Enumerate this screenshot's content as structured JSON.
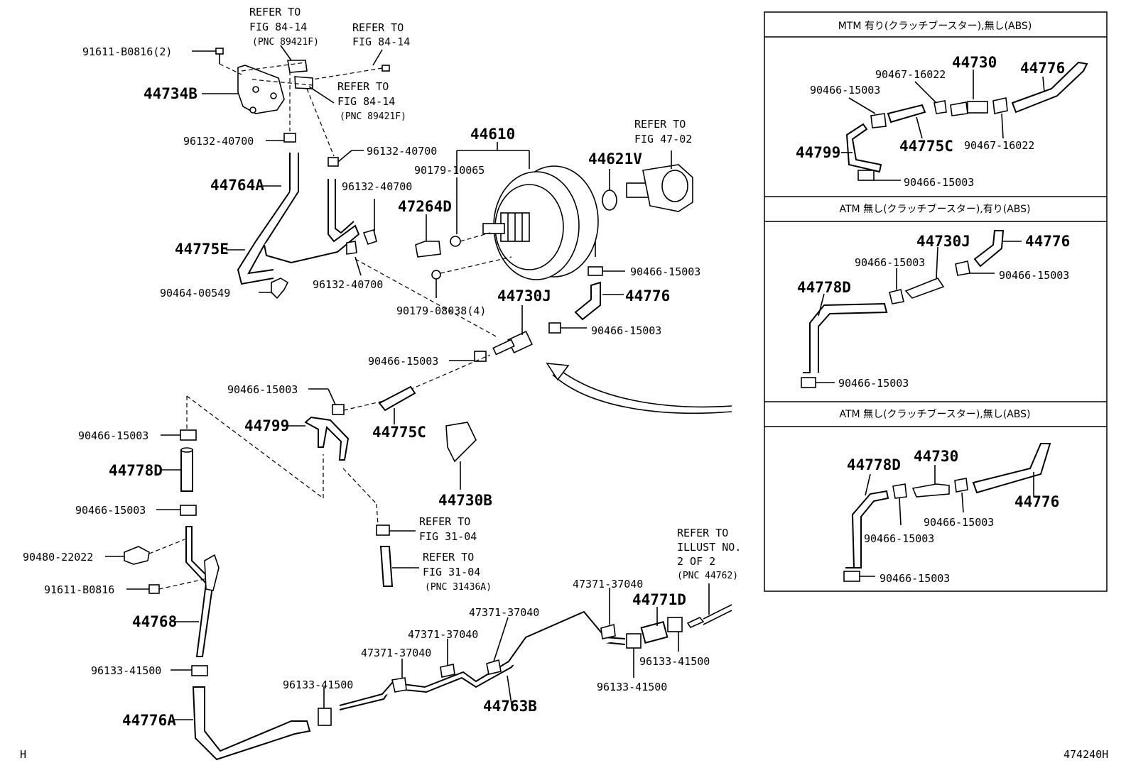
{
  "refs": {
    "ref1": [
      "REFER TO",
      "FIG 84-14",
      "(PNC 89421F)"
    ],
    "ref2": [
      "REFER TO",
      "FIG 84-14"
    ],
    "ref3": [
      "REFER TO",
      "FIG 84-14",
      "(PNC 89421F)"
    ],
    "ref4": [
      "REFER TO",
      "FIG 47-02"
    ],
    "ref5": [
      "REFER TO",
      "FIG 31-04"
    ],
    "ref6": [
      "REFER TO",
      "FIG 31-04",
      "(PNC 31436A)"
    ],
    "ref7": [
      "REFER TO",
      "ILLUST NO.",
      "2 OF 2",
      "(PNC 44762)"
    ]
  },
  "labels": {
    "p44734B": "44734B",
    "p91611b": "91611-B0816(2)",
    "p96132a": "96132-40700",
    "p96132b": "96132-40700",
    "p96132c": "96132-40700",
    "p96132d": "96132-40700",
    "p44764A": "44764A",
    "p44775E": "44775E",
    "p90464": "90464-00549",
    "p44610": "44610",
    "p90179a": "90179-10065",
    "p47264D": "47264D",
    "p90179b": "90179-08038(4)",
    "p44621V": "44621V",
    "p90466a": "90466-15003",
    "p44776": "44776",
    "p44730J": "44730J",
    "p90466b": "90466-15003",
    "p90466c": "90466-15003",
    "p90466d": "90466-15003",
    "p44799": "44799",
    "p44775C": "44775C",
    "p44730B": "44730B",
    "p90466e": "90466-15003",
    "p44778D": "44778D",
    "p90466f": "90466-15003",
    "p90480": "90480-22022",
    "p91611": "91611-B0816",
    "p44768": "44768",
    "p96133a": "96133-41500",
    "p44776A": "44776A",
    "p96133b": "96133-41500",
    "p47371a": "47371-37040",
    "p47371b": "47371-37040",
    "p47371c": "47371-37040",
    "p47371d": "47371-37040",
    "p44763B": "44763B",
    "p44771D": "44771D",
    "p96133c": "96133-41500",
    "p96133d": "96133-41500"
  },
  "panels": {
    "p1": {
      "title": "MTM 有り(クラッチブースター),無し(ABS)",
      "l1": "44730",
      "l2": "90467-16022",
      "l3": "44776",
      "l4": "90466-15003",
      "l5": "44775C",
      "l6": "90467-16022",
      "l7": "44799",
      "l8": "90466-15003"
    },
    "p2": {
      "title": "ATM 無し(クラッチブースター),有り(ABS)",
      "l1": "44730J",
      "l2": "44776",
      "l3": "90466-15003",
      "l4": "90466-15003",
      "l5": "44778D",
      "l6": "90466-15003"
    },
    "p3": {
      "title": "ATM 無し(クラッチブースター),無し(ABS)",
      "l1": "44778D",
      "l2": "44730",
      "l3": "90466-15003",
      "l4": "44776",
      "l5": "90466-15003",
      "l6": "90466-15003"
    }
  },
  "footer": {
    "left": "H",
    "code": "474240H"
  }
}
